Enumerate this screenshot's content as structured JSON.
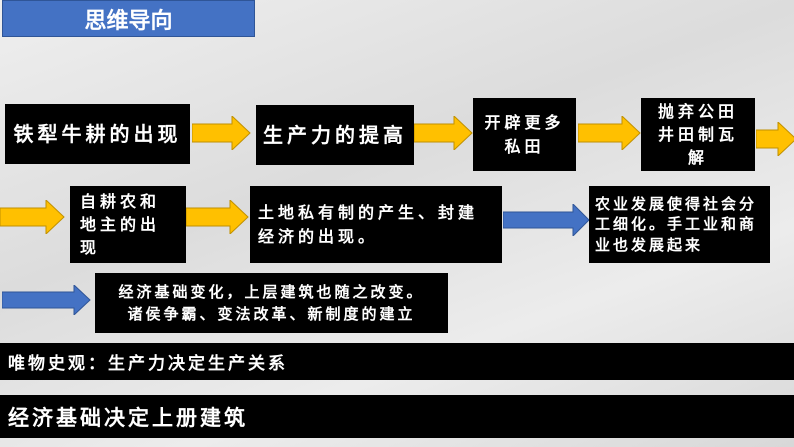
{
  "title": "思维导向",
  "boxes": {
    "b1": "铁犁牛耕的出现",
    "b2": "生产力的提高",
    "b3": "开辟更多私田",
    "b4": "抛弃公田井田制瓦解",
    "b5": "自耕农和地主的出现",
    "b6": "土地私有制的产生、封建经济的出现。",
    "b7": "农业发展使得社会分工细化。手工业和商业也发展起来",
    "b8a": "经济基础变化，上层建筑也随之改变。",
    "b8b": "诸侯争霸、变法改革、新制度的建立"
  },
  "bars": {
    "materialism": "唯物史观：生产力决定生产关系",
    "base": "经济基础决定上册建筑"
  },
  "colors": {
    "yellow": "#ffc000",
    "blue": "#4472c4"
  }
}
